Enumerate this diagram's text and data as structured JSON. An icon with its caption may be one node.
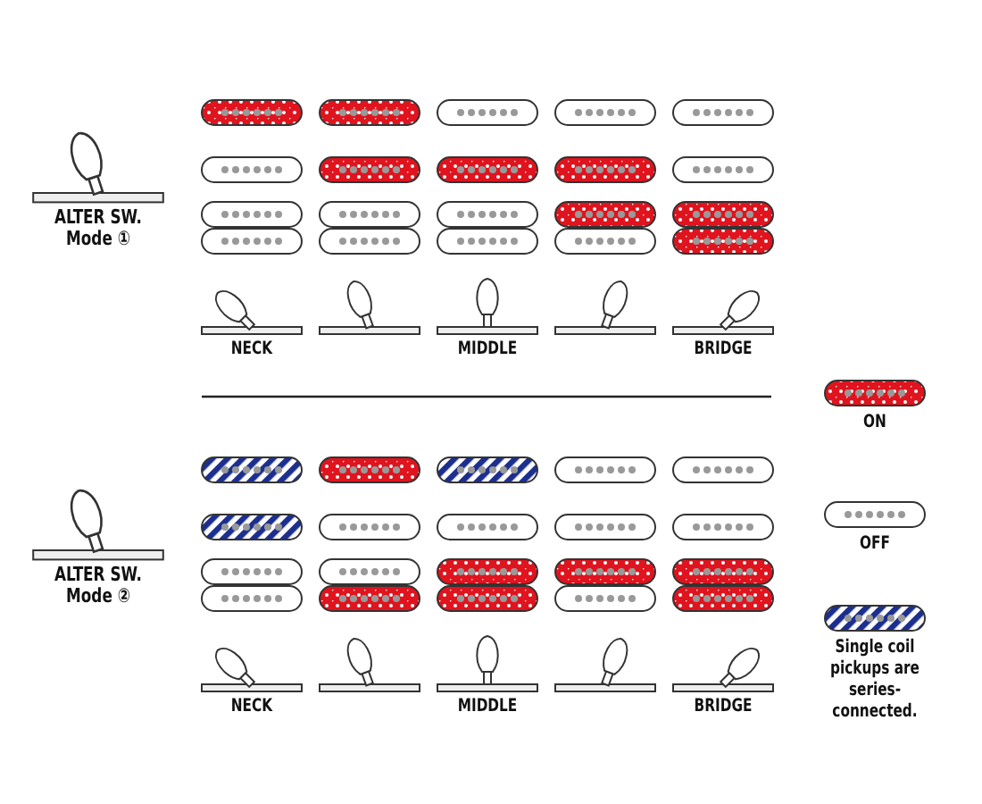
{
  "diagram": {
    "labels": [
      "ALTER SW. Mode ①",
      "NECK",
      "MIDDLE",
      "BRIDGE",
      "ALTER SW. Mode ②",
      "NECK",
      "MIDDLE",
      "BRIDGE"
    ],
    "legend": [
      {
        "text": "ON"
      },
      {
        "text": "OFF"
      },
      {
        "text": "Single coil pickups are series-connected."
      }
    ]
  }
}
